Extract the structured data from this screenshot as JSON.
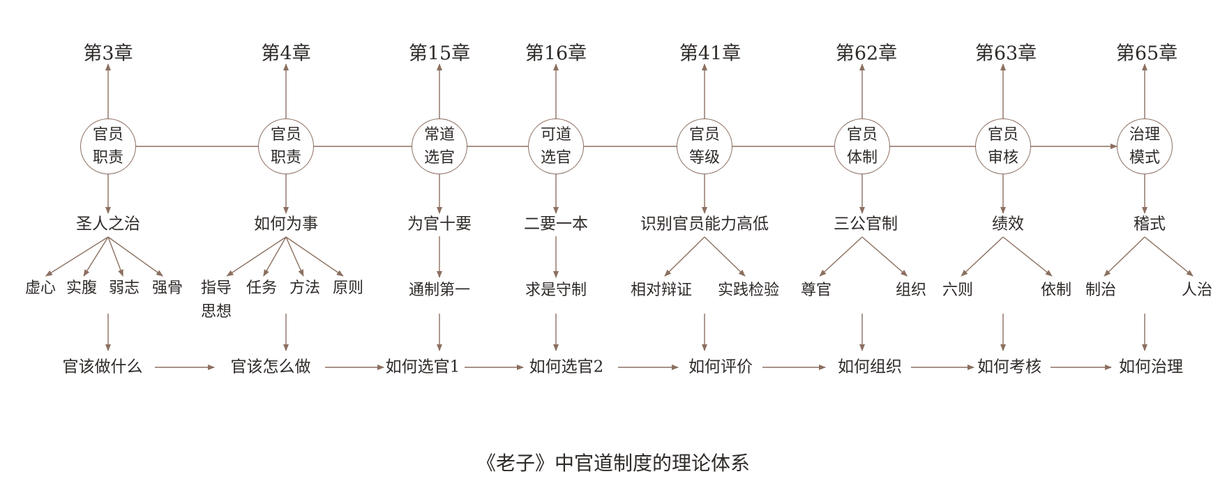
{
  "chain": [
    {
      "chapter": "第3章",
      "node": [
        "官员",
        "职责"
      ],
      "sub": "圣人之治",
      "leaves": [
        "虚心",
        "实腹",
        "弱志",
        "强骨"
      ],
      "bottom": "官该做什么"
    },
    {
      "chapter": "第4章",
      "node": [
        "官员",
        "职责"
      ],
      "sub": "如何为事",
      "leaves": [
        [
          "指导",
          "思想"
        ],
        "任务",
        "方法",
        "原则"
      ],
      "bottom": "官该怎么做"
    },
    {
      "chapter": "第15章",
      "node": [
        "常道",
        "选官"
      ],
      "sub": "为官十要",
      "leaves": [
        "通制第一"
      ],
      "bottom": "如何选官1"
    },
    {
      "chapter": "第16章",
      "node": [
        "可道",
        "选官"
      ],
      "sub": "二要一本",
      "leaves": [
        "求是守制"
      ],
      "bottom": "如何选官2"
    },
    {
      "chapter": "第41章",
      "node": [
        "官员",
        "等级"
      ],
      "sub": "识别官员能力高低",
      "leaves": [
        "相对辩证",
        "实践检验"
      ],
      "bottom": "如何评价"
    },
    {
      "chapter": "第62章",
      "node": [
        "官员",
        "体制"
      ],
      "sub": "三公官制",
      "leaves": [
        "尊官",
        "组织"
      ],
      "bottom": "如何组织"
    },
    {
      "chapter": "第63章",
      "node": [
        "官员",
        "审核"
      ],
      "sub": "绩效",
      "leaves": [
        "六则",
        "依制"
      ],
      "bottom": "如何考核"
    },
    {
      "chapter": "第65章",
      "node": [
        "治理",
        "模式"
      ],
      "sub": "稽式",
      "leaves": [
        "制治",
        "人治"
      ],
      "bottom": "如何治理"
    }
  ],
  "caption": "《老子》中官道制度的理论体系",
  "colors": {
    "line": "#8b6f60",
    "text": "#2e2a28"
  }
}
